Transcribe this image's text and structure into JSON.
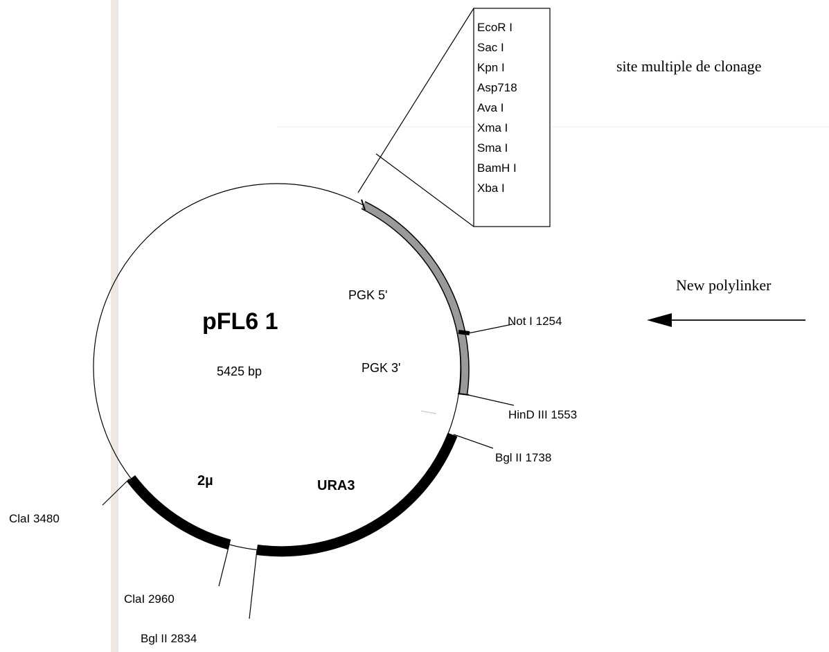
{
  "plasmid": {
    "name": "pFL6 1",
    "size": "5425  bp"
  },
  "features": {
    "pgk5": "PGK 5'",
    "pgk3": "PGK 3'",
    "two_mu": "2µ",
    "ura3": "URA3"
  },
  "sites": {
    "noti": "Not I   1254",
    "hindiii": "HinD III 1553",
    "bglii_1738": "Bgl II 1738",
    "clai_3480": "ClaI 3480",
    "clai_2960": "ClaI 2960",
    "bglii_2834": "Bgl II 2834"
  },
  "mcs": {
    "title": "site multiple de clonage",
    "enzymes": [
      "EcoR I",
      "Sac I",
      "Kpn I",
      "Asp718",
      "Ava I",
      "Xma I",
      "Sma I",
      "BamH I",
      "Xba I"
    ]
  },
  "annotation": {
    "new_polylinker": "New polylinker"
  }
}
